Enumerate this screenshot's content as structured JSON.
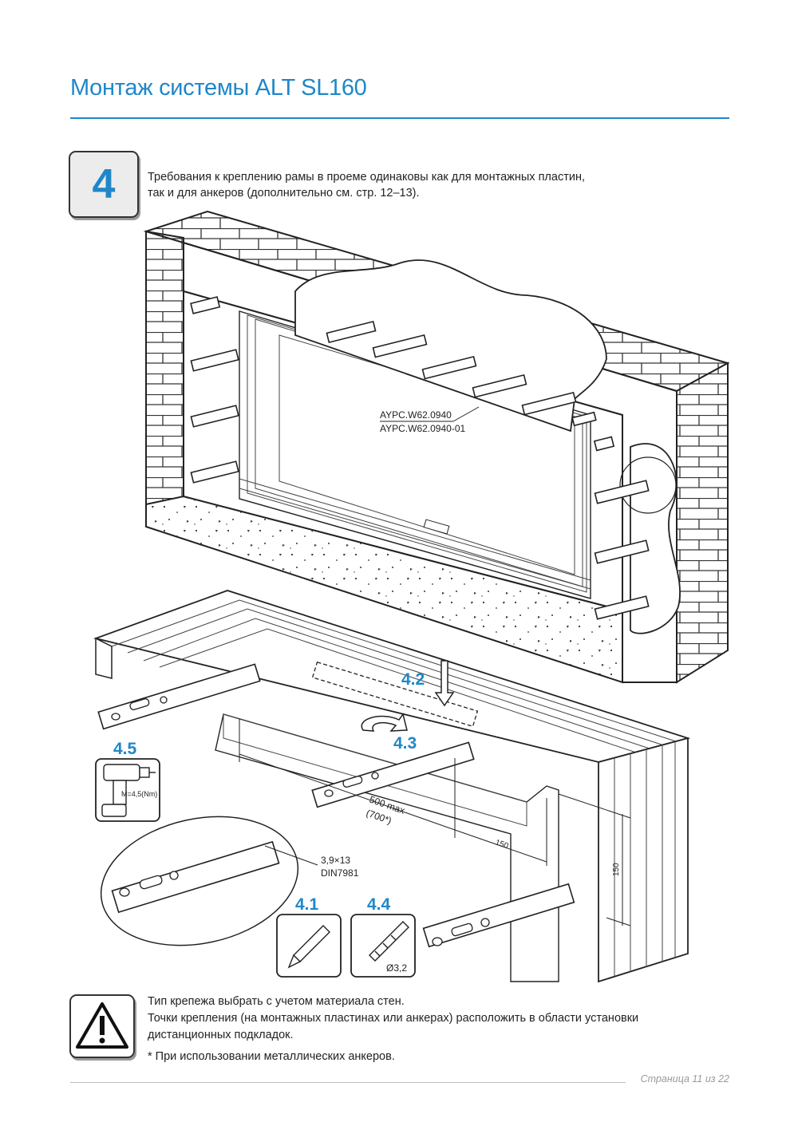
{
  "header": {
    "title": "Монтаж системы ALT SL160"
  },
  "step": {
    "number": "4",
    "intro_line1": "Требования к креплению рамы в проеме одинаковы как для монтажных пластин,",
    "intro_line2": "так и для анкеров (дополнительно см. стр. 12–13)."
  },
  "drawing": {
    "part_number_1": "AYPC.W62.0940",
    "part_number_2": "AYPC.W62.0940-01",
    "callout_4_2": "4.2",
    "callout_4_3": "4.3",
    "callout_4_5": "4.5",
    "callout_4_1": "4.1",
    "callout_4_4": "4.4",
    "torque_label": "M=4,5(Nm)",
    "dim_500": "500 max",
    "dim_700": "(700*)",
    "dim_150_horizontal": "150",
    "dim_150_vertical": "150",
    "screw_size": "3,9×13",
    "screw_standard": "DIN7981",
    "drill_diameter": "Ø3,2"
  },
  "warning": {
    "line1": "Тип крепежа выбрать с учетом материала стен.",
    "line2": "Точки крепления (на монтажных пластинах или анкерах) расположить в области установки",
    "line3": "дистанционных подкладок.",
    "footnote": "* При использовании металлических анкеров."
  },
  "footer": {
    "page": "Страница 11 из 22"
  }
}
